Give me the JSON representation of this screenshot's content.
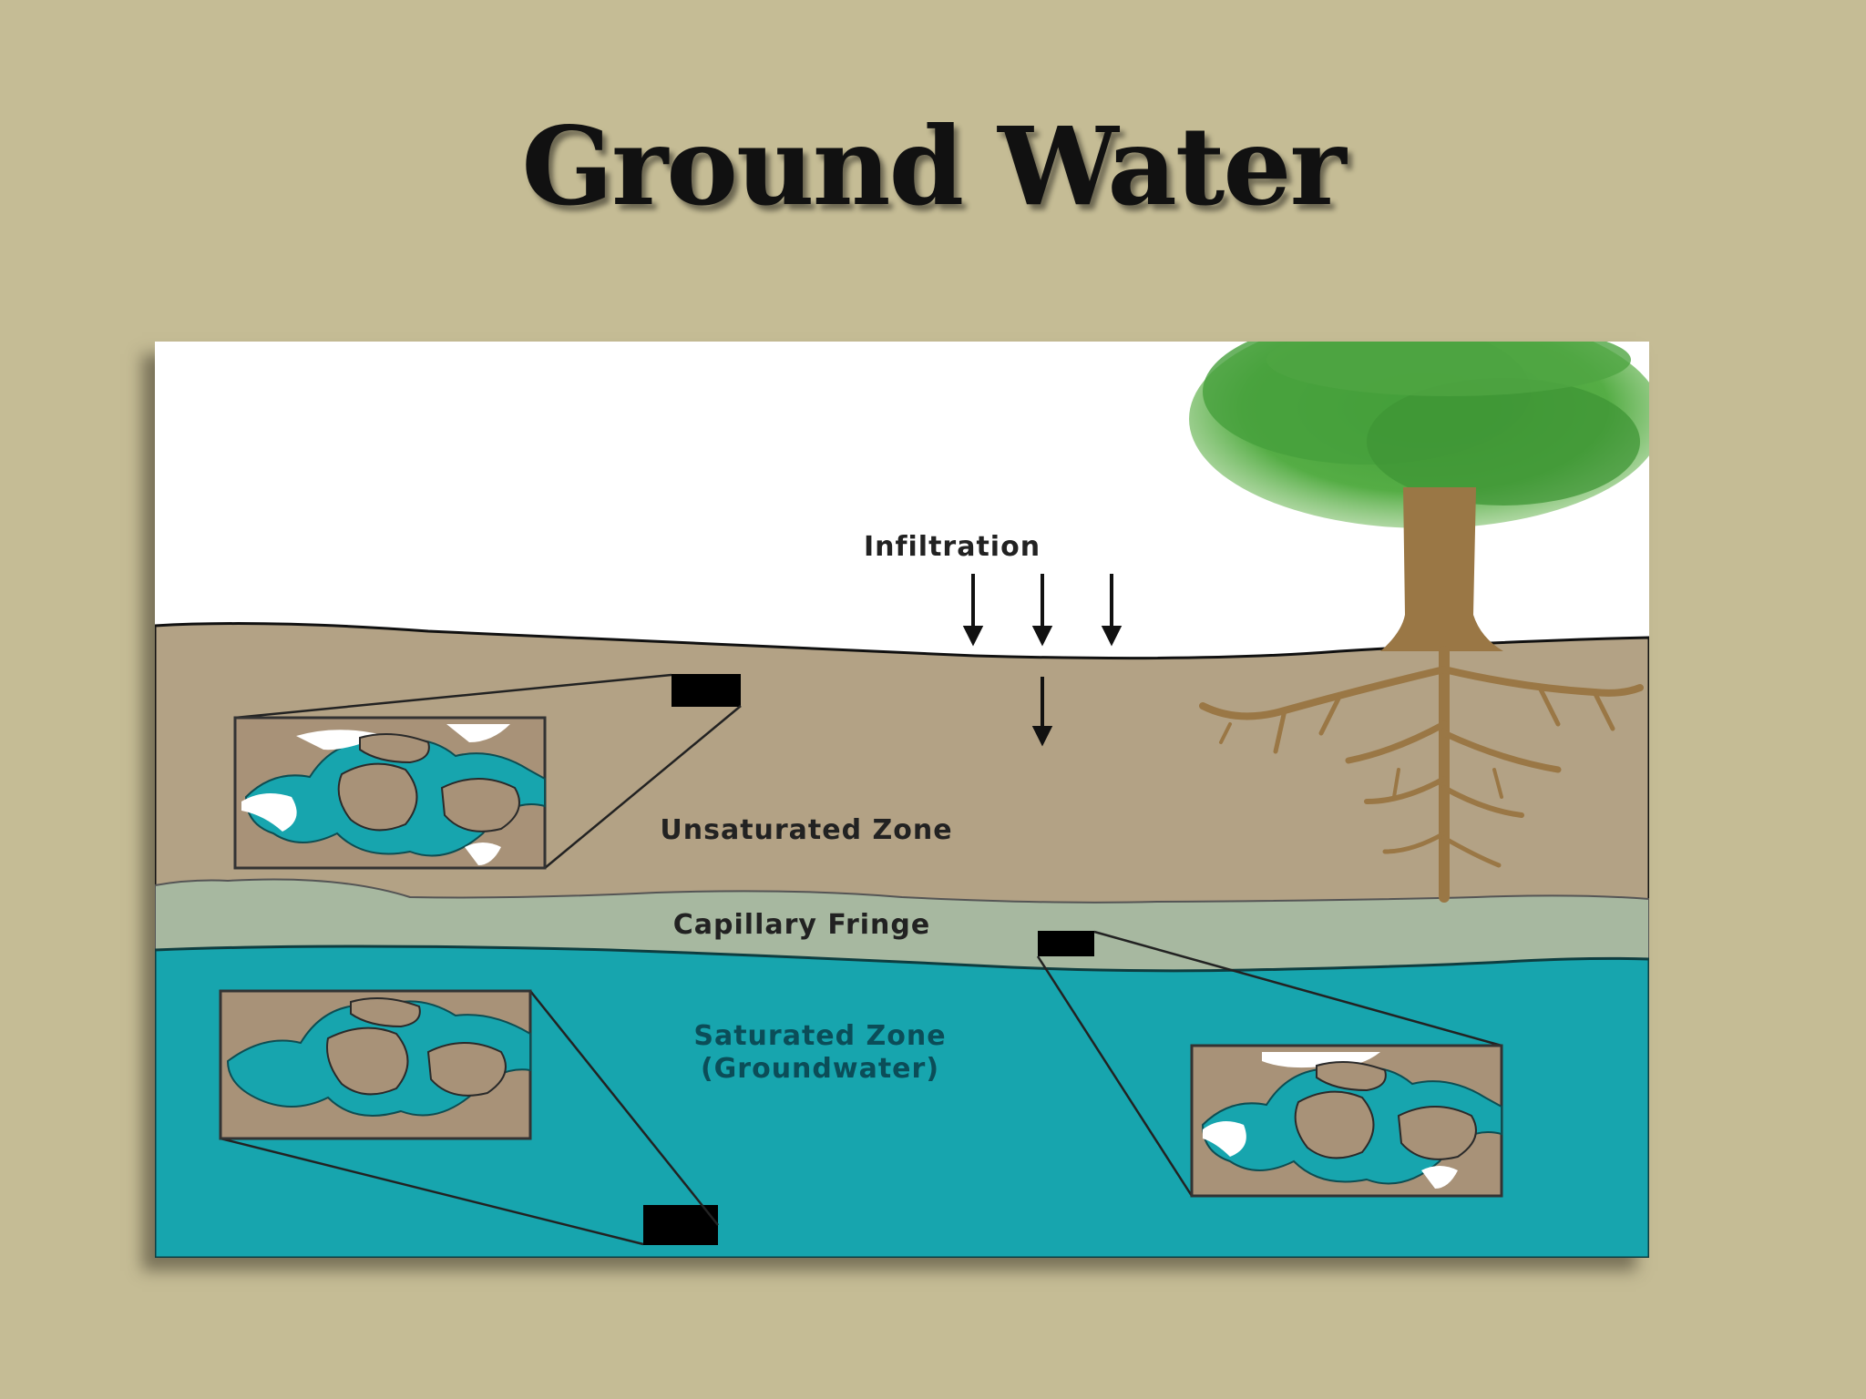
{
  "title": "Ground Water",
  "labels": {
    "infiltration": "Infiltration",
    "unsaturated": "Unsaturated Zone",
    "capillary": "Capillary Fringe",
    "saturated_line1": "Saturated Zone",
    "saturated_line2": "(Groundwater)"
  },
  "colors": {
    "background": "#c5bc95",
    "sky": "#ffffff",
    "soil": "#b3a285",
    "capillary": "#a7b8a0",
    "groundwater": "#17a5ae",
    "grain": "#a89278",
    "tree_trunk": "#9a7745",
    "foliage": "#4a9a3a"
  }
}
